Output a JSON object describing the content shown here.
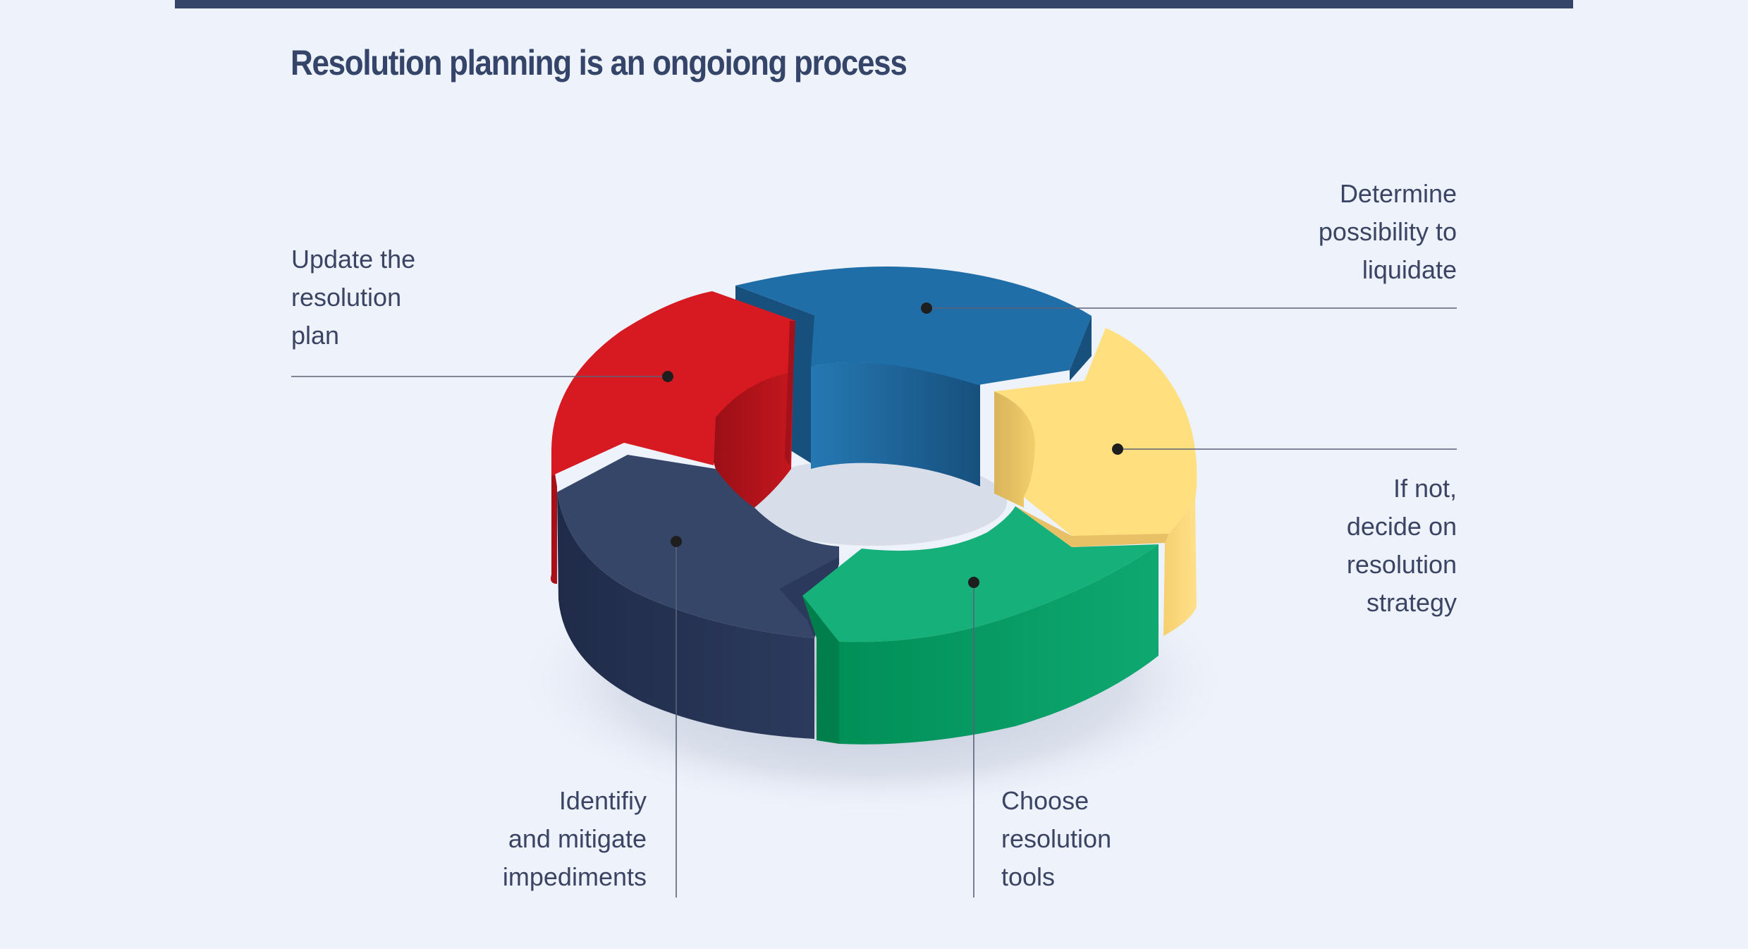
{
  "title": "Resolution planning is an ongoiong process",
  "steps": [
    {
      "id": "liquidate",
      "color": "#1f6ea8",
      "label_lines": [
        "Determine",
        "possibility to",
        "liquidate"
      ]
    },
    {
      "id": "strategy",
      "color": "#ffdf7e",
      "label_lines": [
        "If not,",
        "decide on",
        "resolution",
        "strategy"
      ]
    },
    {
      "id": "tools",
      "color": "#16b07a",
      "label_lines": [
        "Choose",
        "resolution",
        "tools"
      ]
    },
    {
      "id": "impediments",
      "color": "#364669",
      "label_lines": [
        "Identifiy",
        "and mitigate",
        "impediments"
      ]
    },
    {
      "id": "update",
      "color": "#d71a22",
      "label_lines": [
        "Update the",
        "resolution",
        "plan"
      ]
    }
  ],
  "colors": {
    "background": "#edf2fb",
    "header_bar": "#35456a",
    "text": "#3b4563",
    "leader_line": "#5a6278",
    "dot": "#1e1e1e"
  }
}
